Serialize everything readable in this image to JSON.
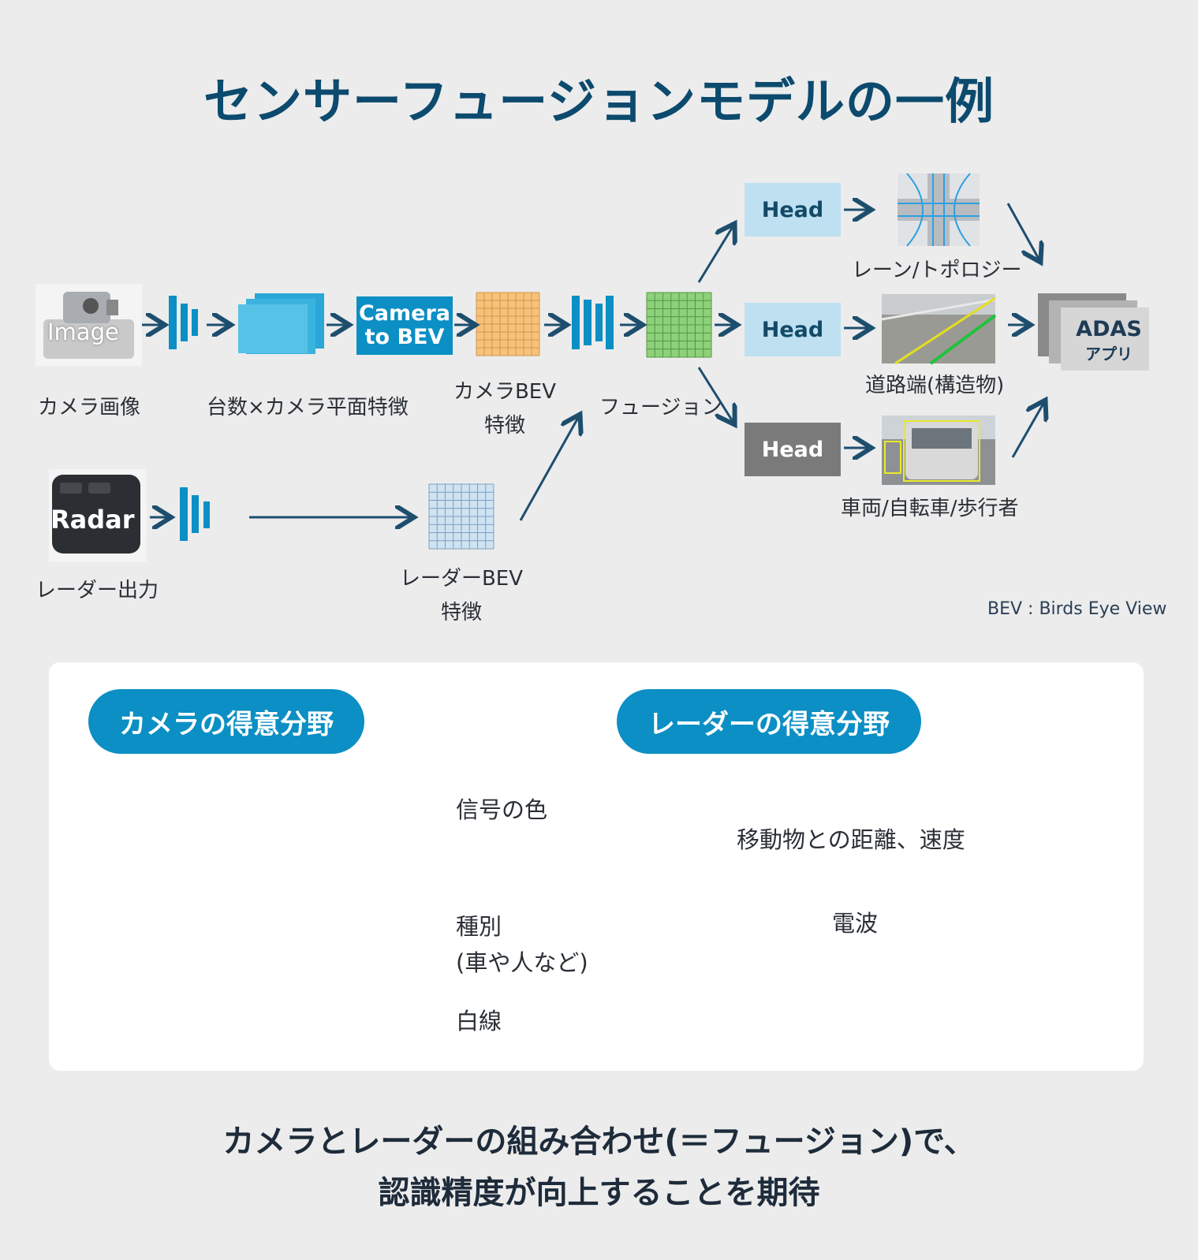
{
  "title": "センサーフュージョンモデルの一例",
  "pipeline": {
    "image_icon_text": "Image",
    "radar_icon_text": "Radar",
    "camera_to_bev_line1": "Camera",
    "camera_to_bev_line2": "to BEV",
    "label_camera_image": "カメラ画像",
    "label_plane_features": "台数×カメラ平面特徴",
    "label_camera_bev_line1": "カメラBEV",
    "label_camera_bev_line2": "特徴",
    "label_fusion": "フュージョン",
    "label_radar_output": "レーダー出力",
    "label_radar_bev_line1": "レーダーBEV",
    "label_radar_bev_line2": "特徴",
    "heads": [
      {
        "label": "Head",
        "output": "レーン/トポロジー"
      },
      {
        "label": "Head",
        "output": "道路端(構造物)"
      },
      {
        "label": "Head",
        "output": "車両/自転車/歩行者"
      }
    ],
    "adas_line1": "ADAS",
    "adas_line2": "アプリ",
    "bev_note": "BEV : Birds Eye View"
  },
  "panel": {
    "camera_pill": "カメラの得意分野",
    "radar_pill": "レーダーの得意分野",
    "camera_items": {
      "signal_color": "信号の色",
      "type_line1": "種別",
      "type_line2": "(車や人など)",
      "white_line": "白線"
    },
    "radar_desc": "移動物との距離、速度",
    "radio_wave": "電波"
  },
  "bottom": {
    "line1": "カメラとレーダーの組み合わせ(＝フュージョン)で、",
    "line2": "認識精度が向上することを期待"
  },
  "colors": {
    "accent": "#0b8fc4",
    "title": "#0c4a6e",
    "arrow": "#1e4e6e",
    "grid_camera": "#f6c27a",
    "grid_fusion": "#8fd07a",
    "grid_radar": "#cfe3f2"
  }
}
